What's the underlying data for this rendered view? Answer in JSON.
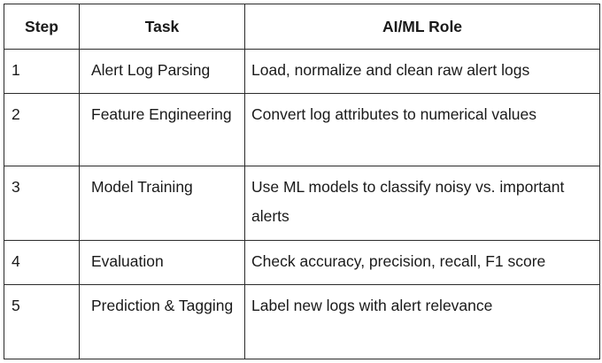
{
  "table": {
    "headers": [
      "Step",
      "Task",
      "AI/ML Role"
    ],
    "rows": [
      {
        "step": "1",
        "task": "Alert Log Parsing",
        "role": "Load, normalize and clean raw alert logs"
      },
      {
        "step": "2",
        "task": "Feature Engineering",
        "role": "Convert log attributes to numerical values"
      },
      {
        "step": "3",
        "task": "Model Training",
        "role": "Use ML models to classify noisy vs. important alerts"
      },
      {
        "step": "4",
        "task": "Evaluation",
        "role": "Check accuracy, precision, recall, F1 score"
      },
      {
        "step": "5",
        "task": "Prediction & Tagging",
        "role": "Label new logs with alert relevance"
      }
    ]
  }
}
